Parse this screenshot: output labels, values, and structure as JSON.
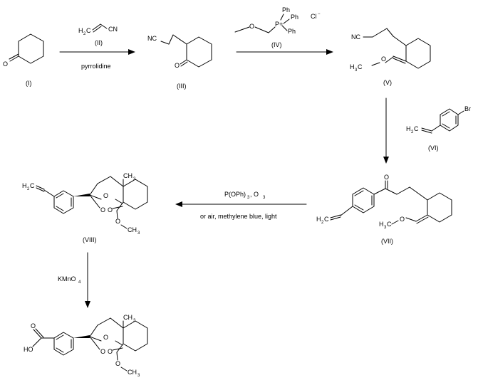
{
  "compounds": {
    "I": {
      "label": "(I)",
      "atoms": [
        "O"
      ]
    },
    "II": {
      "label": "(II)",
      "atoms": [
        "H",
        "2",
        "C",
        "CN"
      ]
    },
    "III": {
      "label": "(III)",
      "atoms": [
        "NC",
        "O"
      ]
    },
    "IV": {
      "label": "(IV)",
      "atoms": [
        "Ph",
        "Ph",
        "Ph",
        "P+",
        "O",
        "Cl",
        "−"
      ]
    },
    "V": {
      "label": "(V)",
      "atoms": [
        "NC",
        "H",
        "3",
        "C",
        "O"
      ]
    },
    "VI": {
      "label": "(VI)",
      "atoms": [
        "Br",
        "H",
        "2",
        "C"
      ]
    },
    "VII": {
      "label": "(VII)",
      "atoms": [
        "O",
        "H",
        "2",
        "C",
        "H",
        "3",
        "C",
        "O"
      ]
    },
    "VIII": {
      "label": "(VIII)",
      "atoms": [
        "H",
        "2",
        "C",
        "O",
        "O",
        "O",
        "O",
        "CH",
        "3",
        "CH",
        "3"
      ]
    },
    "product": {
      "atoms": [
        "O",
        "HO",
        "O",
        "O",
        "O",
        "O",
        "CH",
        "3",
        "CH",
        "3"
      ]
    }
  },
  "arrows": {
    "step1": {
      "below": "pyrrolidine"
    },
    "step4": {
      "above": "P(OPh)",
      "above_sub": "3",
      "above_tail": ", O",
      "above_sub2": "3",
      "below": "or air, methylene blue, light"
    },
    "step5": {
      "label": "KMnO",
      "label_sub": "4"
    }
  }
}
